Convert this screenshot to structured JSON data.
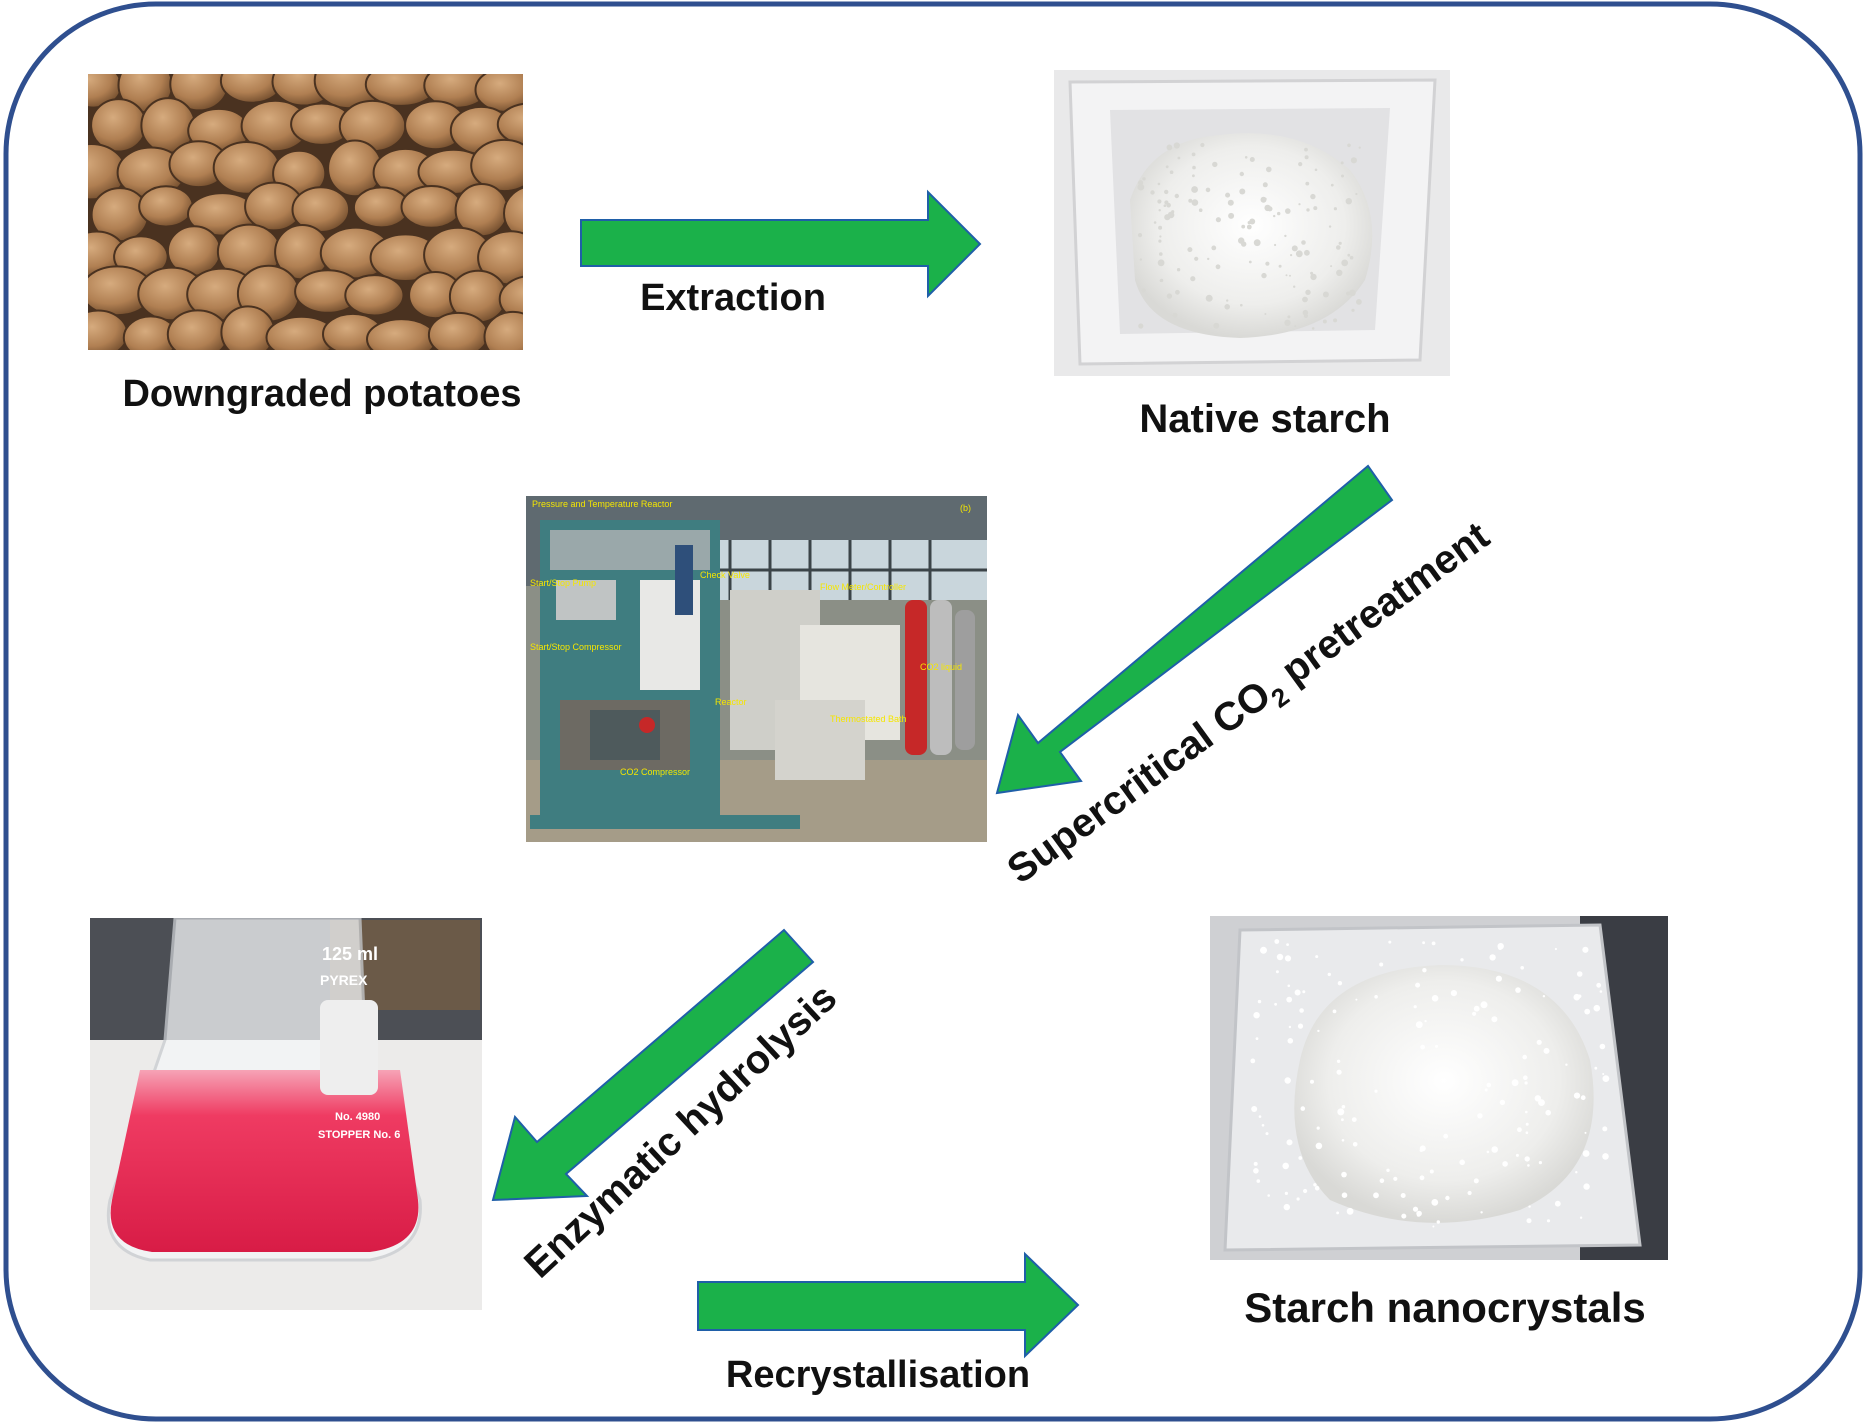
{
  "colors": {
    "frame": "#2f4f8f",
    "arrow_fill": "#1bb14a",
    "arrow_stroke": "#1f5fa8",
    "solution": "#ee2a55"
  },
  "stages": {
    "potatoes": {
      "label": "Downgraded potatoes"
    },
    "native_starch": {
      "label": "Native starch"
    },
    "reactor": {
      "label": ""
    },
    "hydrolysate": {
      "label": ""
    },
    "nanocrystals": {
      "label": "Starch nanocrystals"
    }
  },
  "steps": {
    "extraction": "Extraction",
    "scco2_prefix": "Supercritical CO",
    "scco2_sub": "2",
    "scco2_suffix": " pretreatment",
    "hydrolysis": "Enzymatic hydrolysis",
    "recrystallisation": "Recrystallisation"
  },
  "reactor_labels": {
    "title": "Pressure and Temperature Reactor",
    "panel": "(b)",
    "pump": "Start/Stop Pump",
    "compressor_switch": "Start/Stop Compressor",
    "check_valve": "Check Valve",
    "flow_meter": "Flow Meter/Controller",
    "co2_liquid": "CO2 liquid",
    "reactor": "Reactor",
    "bath": "Thermostated Bath",
    "co2_compressor": "CO2 Compressor"
  },
  "flask_labels": {
    "volume": "125 ml",
    "brand": "PYREX",
    "number": "No. 4980",
    "stopper": "STOPPER No. 6"
  }
}
